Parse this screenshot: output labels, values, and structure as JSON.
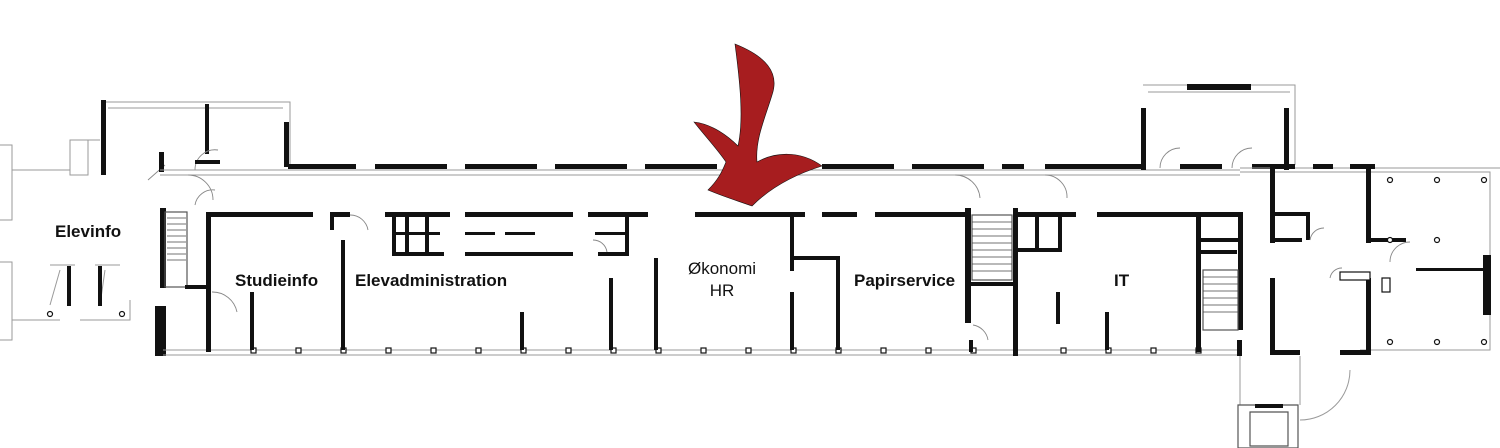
{
  "map": {
    "labels": {
      "elevinfo": "Elevinfo",
      "studieinfo": "Studieinfo",
      "elevadministration": "Elevadministration",
      "okonomi": "Økonomi",
      "hr": "HR",
      "papirservice": "Papirservice",
      "it": "IT"
    },
    "marker": {
      "icon": "red-arrow-icon",
      "color": "#a71d1f"
    }
  }
}
